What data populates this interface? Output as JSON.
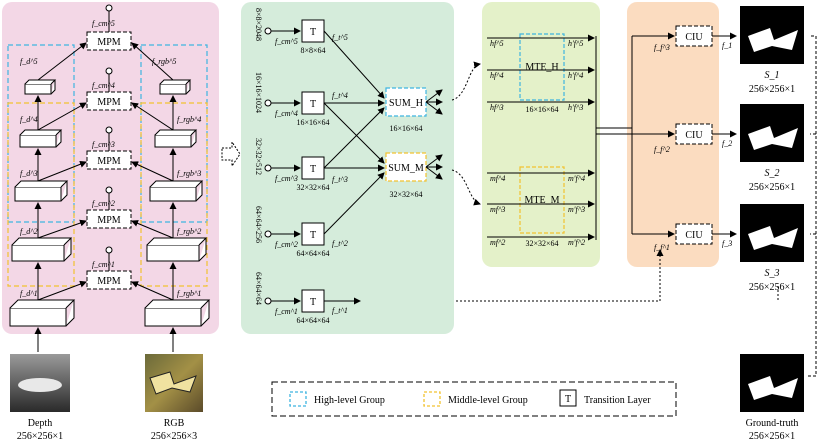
{
  "encoder": {
    "mpm_label": "MPM",
    "depth_features": [
      "f_d^1",
      "f_d^2",
      "f_d^3",
      "f_d^4",
      "f_d^5"
    ],
    "rgb_features": [
      "f_rgb^1",
      "f_rgb^2",
      "f_rgb^3",
      "f_rgb^4",
      "f_rgb^5"
    ],
    "cm_features": [
      "f_cm^1",
      "f_cm^2",
      "f_cm^3",
      "f_cm^4",
      "f_cm^5"
    ],
    "depth_input": {
      "name": "Depth",
      "size": "256×256×1"
    },
    "rgb_input": {
      "name": "RGB",
      "size": "256×256×3"
    }
  },
  "transition": {
    "t_label": "T",
    "in_sizes": [
      "8×8×2048",
      "16×16×1024",
      "32×32×512",
      "64×64×256",
      "64×64×64"
    ],
    "out_sizes": [
      "8×8×64",
      "16×16×64",
      "32×32×64",
      "64×64×64",
      "64×64×64"
    ],
    "inputs": [
      "f_cm^5",
      "f_cm^4",
      "f_cm^3",
      "f_cm^2",
      "f_cm^1"
    ],
    "outputs": [
      "f_t^5",
      "f_t^4",
      "f_t^3",
      "f_t^2",
      "f_t^1"
    ]
  },
  "sum": {
    "h_label": "SUM_H",
    "h_size": "16×16×64",
    "m_label": "SUM_M",
    "m_size": "32×32×64"
  },
  "mte": {
    "h_label": "MTE_H",
    "h_size": "16×16×64",
    "h_inputs": [
      "hf^5",
      "hf^4",
      "hf^3"
    ],
    "h_outputs": [
      "h′f^5",
      "h′f^4",
      "h′f^3"
    ],
    "m_label": "MTE_M",
    "m_size": "32×32×64",
    "m_inputs": [
      "mf^4",
      "mf^3",
      "mf^2"
    ],
    "m_outputs": [
      "m′f^4",
      "m′f^3",
      "m′f^2"
    ]
  },
  "ciu": {
    "label": "CIU",
    "inputs": [
      "f_f^3",
      "f_f^2",
      "f_f^1"
    ],
    "outputs": [
      "f_1",
      "f_2",
      "f_3"
    ]
  },
  "outputs": [
    {
      "name": "S_1",
      "size": "256×256×1"
    },
    {
      "name": "S_2",
      "size": "256×256×1"
    },
    {
      "name": "S_3",
      "size": "256×256×1"
    }
  ],
  "ground_truth": {
    "name": "Ground-truth",
    "size": "256×256×1"
  },
  "legend": {
    "high": "High-level Group",
    "middle": "Middle-level Group",
    "t_symbol": "T",
    "transition": "Transition Layer"
  },
  "colors": {
    "encoder_bg": "#f3d7e6",
    "transition_bg": "#d5ecdb",
    "mte_bg": "#e4f1c9",
    "ciu_bg": "#fbdcc0",
    "high_group": "#3fb5e0",
    "middle_group": "#f2c230"
  }
}
